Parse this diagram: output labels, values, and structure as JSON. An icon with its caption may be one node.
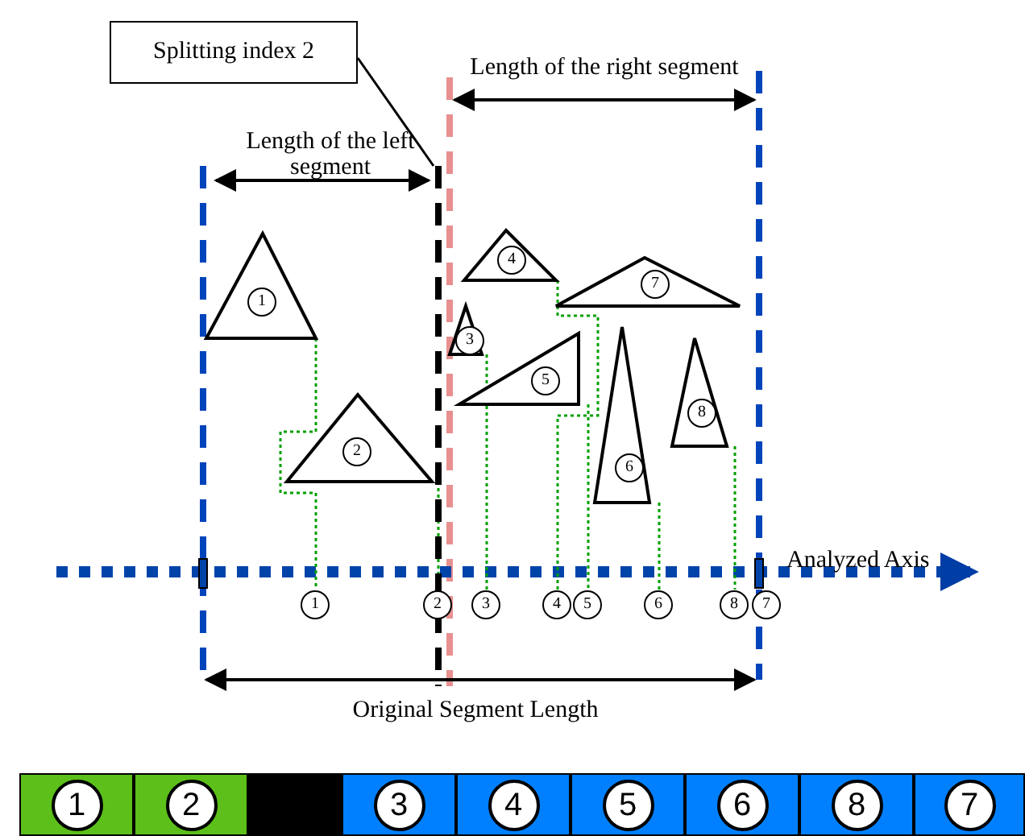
{
  "diagram": {
    "nodes": [
      {
        "text": [
          "Splitting index 2"
        ]
      },
      {
        "text": [],
        "shape": "line"
      },
      {
        "text": [
          "1"
        ]
      },
      {
        "text": [
          "2"
        ]
      },
      {
        "text": [
          "3"
        ]
      },
      {
        "text": [
          "4"
        ]
      },
      {
        "text": [
          "5"
        ]
      },
      {
        "text": [
          "6"
        ]
      },
      {
        "text": [
          "7"
        ]
      },
      {
        "text": [
          "8"
        ]
      },
      {
        "text": [
          "1"
        ]
      },
      {
        "text": [
          "2"
        ]
      },
      {
        "text": [
          "3"
        ]
      },
      {
        "text": [
          "4"
        ]
      },
      {
        "text": [
          "5"
        ]
      },
      {
        "text": [
          "6"
        ]
      },
      {
        "text": [
          "8"
        ]
      },
      {
        "text": [
          "7"
        ]
      },
      {
        "text": [
          "1"
        ]
      },
      {
        "text": [
          "2"
        ]
      },
      {
        "text": [],
        "shape": "box"
      },
      {
        "text": [
          "3"
        ]
      },
      {
        "text": [
          "4"
        ]
      },
      {
        "text": [
          "5"
        ]
      },
      {
        "text": [
          "6"
        ]
      },
      {
        "text": [
          "8"
        ]
      },
      {
        "text": [
          "7"
        ]
      }
    ],
    "edges": [
      {
        "from": 0,
        "to": 1,
        "arrow": "none",
        "color": "#000000"
      },
      {
        "from": 2,
        "to": 10,
        "arrow": "none",
        "style": "dashed",
        "color": "#00a000"
      },
      {
        "from": 3,
        "to": 11,
        "arrow": "none",
        "style": "dashed",
        "color": "#00a000"
      },
      {
        "from": 4,
        "to": 12,
        "arrow": "none",
        "style": "dashed",
        "color": "#00a000"
      },
      {
        "from": 5,
        "to": 13,
        "arrow": "none",
        "style": "dashed",
        "color": "#00a000"
      },
      {
        "from": 6,
        "to": 14,
        "arrow": "none",
        "style": "dashed",
        "color": "#00a000"
      },
      {
        "from": 7,
        "to": 15,
        "arrow": "none",
        "style": "dashed",
        "color": "#00a000"
      },
      {
        "from": 9,
        "to": 16,
        "arrow": "none",
        "style": "dashed",
        "color": "#00a000"
      }
    ],
    "labels": [
      "Length of the right segment",
      "Length of the left segment",
      "Analyzed Axis",
      "Original Segment Length"
    ]
  }
}
